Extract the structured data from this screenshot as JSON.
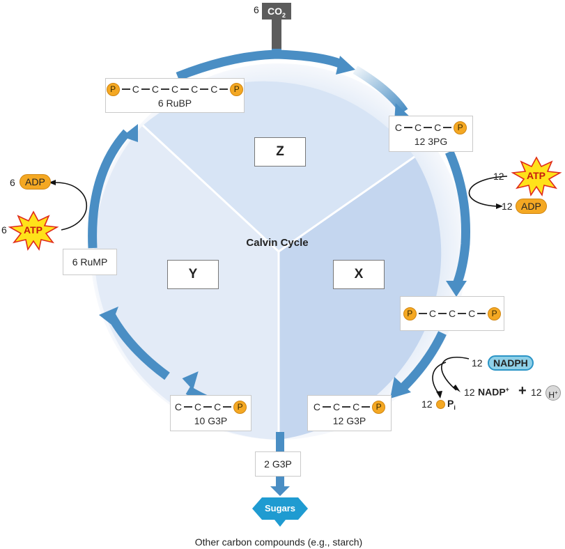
{
  "cycle_title": "Calvin Cycle",
  "region_labels": {
    "z": "Z",
    "x": "X",
    "y": "Y"
  },
  "co2": {
    "count": "6",
    "formula": "CO",
    "subscript": "2"
  },
  "rubp": {
    "count_name": "6 RuBP",
    "chain": [
      "P",
      "C",
      "C",
      "C",
      "C",
      "C",
      "P"
    ]
  },
  "pg3": {
    "count_name": "12 3PG",
    "chain": [
      "C",
      "C",
      "C",
      "P"
    ]
  },
  "bpg": {
    "chain": [
      "P",
      "C",
      "C",
      "C",
      "P"
    ]
  },
  "g3p_12": {
    "count_name": "12 G3P",
    "chain": [
      "C",
      "C",
      "C",
      "P"
    ]
  },
  "g3p_10": {
    "count_name": "10 G3P",
    "chain": [
      "C",
      "C",
      "C",
      "P"
    ]
  },
  "rump": {
    "count_name": "6 RuMP"
  },
  "g3p_out": {
    "label": "2 G3P"
  },
  "sugars": {
    "label": "Sugars"
  },
  "other_compounds": "Other carbon compounds (e.g., starch)",
  "atp_right": {
    "count": "12",
    "atp": "ATP",
    "adp_count": "12",
    "adp": "ADP"
  },
  "atp_left": {
    "adp_count": "6",
    "adp": "ADP",
    "atp_count": "6",
    "atp": "ATP"
  },
  "nadph": {
    "count": "12",
    "label": "NADPH",
    "nadp_count": "12",
    "nadp": "NADP",
    "nadp_sup": "+",
    "plus": "+",
    "h_count": "12",
    "h": "H",
    "h_sup": "+",
    "pi_count": "12",
    "pi": "P",
    "pi_sub": "i"
  },
  "colors": {
    "arrow": "#4a8ec4",
    "phosphate": "#f4a823",
    "atp": "#ffe21a",
    "atp_outline": "#e02a1a",
    "nadph": "#8fd0e8",
    "co2_box": "#5c5c5c",
    "sugar": "#1f9bd1"
  }
}
